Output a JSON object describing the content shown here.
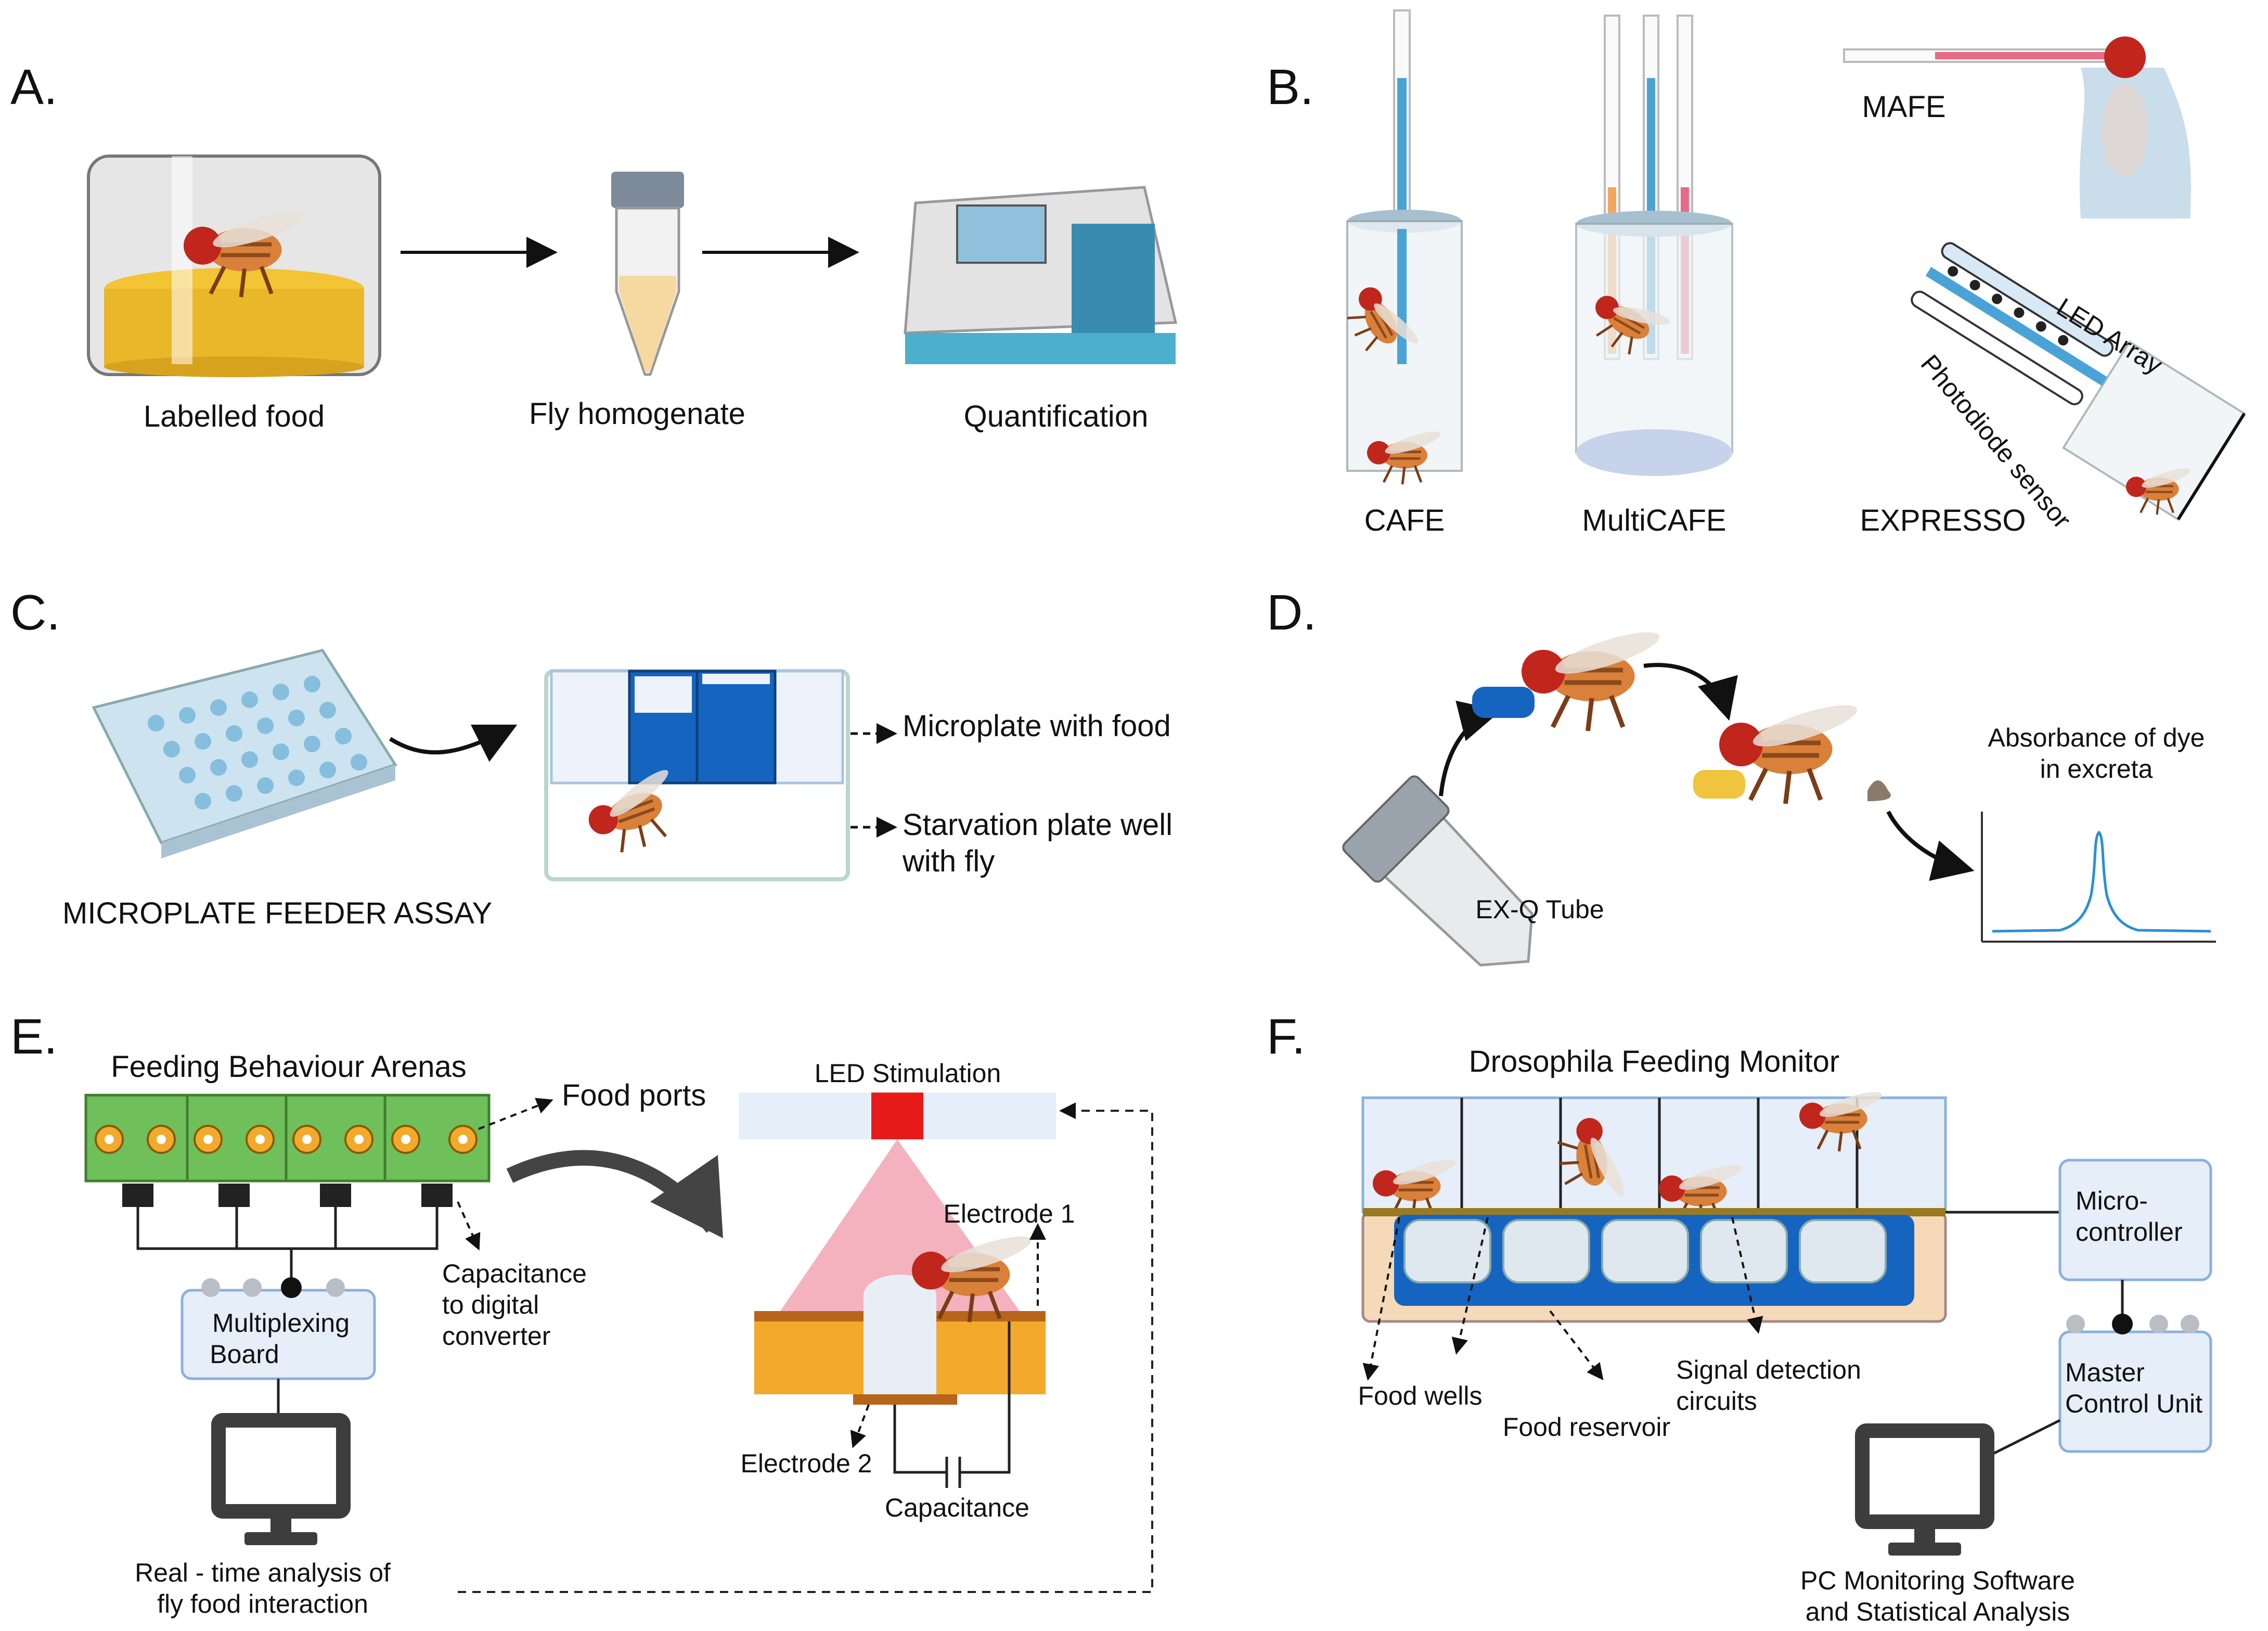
{
  "panels": {
    "a": "A.",
    "b": "B.",
    "c": "C.",
    "d": "D.",
    "e": "E.",
    "f": "F."
  },
  "panel_a": {
    "labelled_food": "Labelled food",
    "fly_homogenate": "Fly homogenate",
    "quantification": "Quantification"
  },
  "panel_b": {
    "cafe": "CAFE",
    "multicafe": "MultiCAFE",
    "mafe": "MAFE",
    "expresso": "EXPRESSO",
    "led_array": "LED Array",
    "photodiode": "Photodiode sensor"
  },
  "panel_c": {
    "assay": "MICROPLATE FEEDER ASSAY",
    "microplate": "Microplate with food",
    "starvation1": "Starvation plate well",
    "starvation2": "with fly"
  },
  "panel_d": {
    "exq": "EX-Q Tube",
    "absorb1": "Absorbance of dye",
    "absorb2": "in excreta"
  },
  "panel_e": {
    "title": "Feeding Behaviour Arenas",
    "food_ports": "Food ports",
    "cdc1": "Capacitance",
    "cdc2": "to digital",
    "cdc3": "converter",
    "mux1": "Multiplexing",
    "mux2": "Board",
    "rt1": "Real - time analysis of",
    "rt2": "fly food interaction",
    "led": "LED Stimulation",
    "electrode1": "Electrode 1",
    "electrode2": "Electrode 2",
    "capacitance": "Capacitance"
  },
  "panel_f": {
    "title": "Drosophila Feeding Monitor",
    "micro1": "Micro-",
    "micro2": "controller",
    "master1": "Master",
    "master2": "Control Unit",
    "food_wells": "Food wells",
    "food_reservoir": "Food reservoir",
    "signal1": "Signal detection",
    "signal2": "circuits",
    "pc1": "PC Monitoring Software",
    "pc2": "and Statistical Analysis"
  },
  "colors": {
    "food_yellow": "#e9b72a",
    "blue_dark": "#1565c0",
    "blue_light": "#4aa3d6",
    "pink": "#e96a86",
    "green_board": "#6fbf5a",
    "orange_plate": "#f2a92c",
    "red_led": "#e81b1b",
    "fly_body": "#d9803a",
    "fly_eye": "#c0261b"
  }
}
